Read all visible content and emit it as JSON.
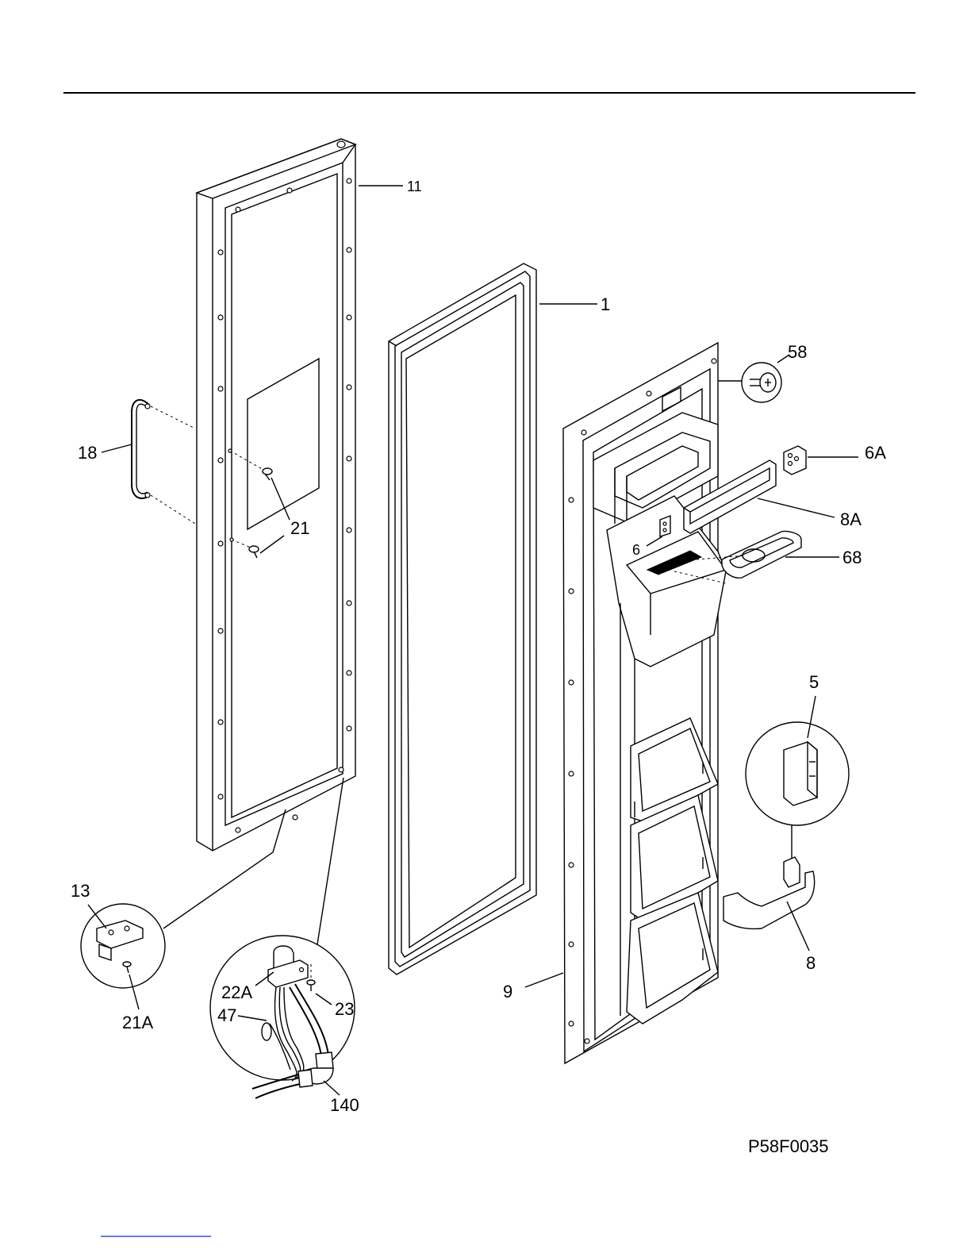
{
  "drawing_id": "P58F0035",
  "callouts": {
    "c11": "11",
    "c1": "1",
    "c58": "58",
    "c6A": "6A",
    "c18": "18",
    "c21": "21",
    "c8A": "8A",
    "c6": "6",
    "c68": "68",
    "c5": "5",
    "c13": "13",
    "c8": "8",
    "c22A": "22A",
    "c23": "23",
    "c47": "47",
    "c9": "9",
    "c21A": "21A",
    "c140": "140"
  }
}
